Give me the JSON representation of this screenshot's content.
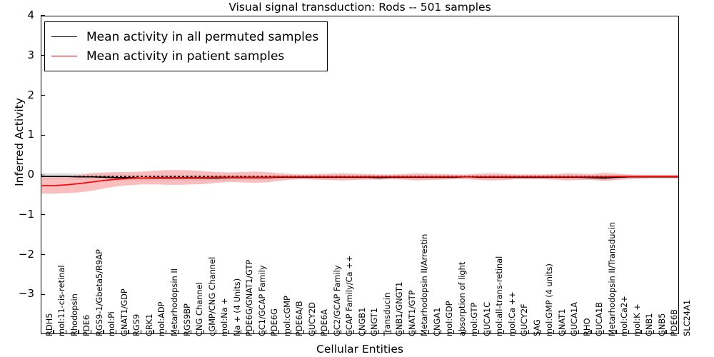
{
  "chart_data": {
    "type": "line",
    "title": "Visual signal transduction: Rods -- 501 samples",
    "xlabel": "Cellular Entities",
    "ylabel": "Inferred Activity",
    "ylim": [
      -4,
      4
    ],
    "yticks": [
      -3,
      -2,
      -1,
      0,
      1,
      2,
      3,
      4
    ],
    "ytick_labels": [
      "−3",
      "−2",
      "−1",
      "0",
      "1",
      "2",
      "3",
      "4"
    ],
    "grid": false,
    "legend_position": "upper left",
    "legend": [
      {
        "label": "Mean activity in all permuted samples",
        "color": "#000000"
      },
      {
        "label": "Mean activity in patient samples",
        "color": "#ff0000"
      }
    ],
    "categories": [
      "RDH5",
      "mol:11-cis-retinal",
      "Rhodopsin",
      "PDE6",
      "RGS9-1/Gbeta5/R9AP",
      "mol:Pi",
      "GNAT1/GDP",
      "RGS9",
      "GRK1",
      "mol:ADP",
      "Metarhodopsin II",
      "RGS9BP",
      "CNG Channel",
      "cGMP/CNG Channel",
      "mol:Na +",
      "Na + (4 Units)",
      "PDE6G/GNAT1/GTP",
      "GC1/GCAP Family",
      "PDE6G",
      "mol:cGMP",
      "PDE6A/B",
      "GUCY2D",
      "PDE6A",
      "GC2/GCAP Family",
      "GCAP Family/Ca ++",
      "CNGB1",
      "GNGT1",
      "Transducin",
      "GNB1/GNGT1",
      "GNAT1/GTP",
      "Metarhodopsin II/Arrestin",
      "CNGA1",
      "mol:GDP",
      "absorption of light",
      "mol:GTP",
      "GUCA1C",
      "mol:all-trans-retinal",
      "mol:Ca ++",
      "GUCY2F",
      "SAG",
      "mol:GMP (4 units)",
      "GNAT1",
      "GUCA1A",
      "RHO",
      "GUCA1B",
      "Metarhodopsin II/Transducin",
      "mol:Ca2+",
      "mol:K +",
      "GNB1",
      "GNB5",
      "PDE6B",
      "SLC24A1"
    ],
    "series": [
      {
        "name": "Mean activity in all permuted samples",
        "color": "#000000",
        "style": "solid",
        "values": [
          -0.02,
          -0.02,
          -0.02,
          -0.03,
          -0.03,
          -0.04,
          -0.05,
          -0.05,
          -0.06,
          -0.06,
          -0.06,
          -0.06,
          -0.06,
          -0.06,
          -0.06,
          -0.05,
          -0.05,
          -0.05,
          -0.05,
          -0.04,
          -0.04,
          -0.04,
          -0.04,
          -0.04,
          -0.04,
          -0.04,
          -0.04,
          -0.05,
          -0.04,
          -0.04,
          -0.04,
          -0.04,
          -0.04,
          -0.04,
          -0.03,
          -0.04,
          -0.04,
          -0.04,
          -0.04,
          -0.04,
          -0.04,
          -0.04,
          -0.04,
          -0.04,
          -0.05,
          -0.06,
          -0.04,
          -0.03,
          -0.03,
          -0.03,
          -0.03,
          -0.03
        ],
        "band_upper": [
          0.06,
          0.06,
          0.06,
          0.05,
          0.05,
          0.04,
          0.03,
          0.03,
          0.02,
          0.02,
          0.02,
          0.02,
          0.02,
          0.02,
          0.02,
          0.02,
          0.02,
          0.01,
          0.01,
          0.01,
          0.01,
          0.01,
          0.01,
          0.01,
          0.01,
          0.01,
          0.01,
          0.01,
          0.01,
          0.01,
          0.01,
          0.01,
          0.01,
          0.01,
          0.01,
          0.01,
          0.01,
          0.01,
          0.01,
          0.01,
          0.01,
          0.01,
          0.01,
          0.01,
          0.01,
          0.01,
          0.01,
          0.01,
          0.01,
          0.01,
          0.01,
          0.01
        ],
        "band_lower": [
          -0.1,
          -0.1,
          -0.1,
          -0.11,
          -0.11,
          -0.12,
          -0.13,
          -0.13,
          -0.14,
          -0.14,
          -0.14,
          -0.14,
          -0.14,
          -0.14,
          -0.14,
          -0.12,
          -0.11,
          -0.11,
          -0.11,
          -0.09,
          -0.09,
          -0.09,
          -0.09,
          -0.09,
          -0.09,
          -0.09,
          -0.09,
          -0.11,
          -0.09,
          -0.09,
          -0.09,
          -0.09,
          -0.09,
          -0.09,
          -0.07,
          -0.09,
          -0.09,
          -0.09,
          -0.09,
          -0.09,
          -0.09,
          -0.09,
          -0.09,
          -0.09,
          -0.11,
          -0.13,
          -0.09,
          -0.07,
          -0.07,
          -0.07,
          -0.07,
          -0.07
        ]
      },
      {
        "name": "Mean activity in patient samples",
        "color": "#ff0000",
        "style": "solid",
        "values": [
          -0.25,
          -0.25,
          -0.23,
          -0.2,
          -0.16,
          -0.12,
          -0.09,
          -0.07,
          -0.06,
          -0.05,
          -0.05,
          -0.05,
          -0.05,
          -0.05,
          -0.04,
          -0.04,
          -0.04,
          -0.04,
          -0.04,
          -0.03,
          -0.03,
          -0.03,
          -0.03,
          -0.03,
          -0.03,
          -0.03,
          -0.03,
          -0.03,
          -0.03,
          -0.03,
          -0.03,
          -0.03,
          -0.03,
          -0.03,
          -0.03,
          -0.03,
          -0.03,
          -0.03,
          -0.03,
          -0.03,
          -0.03,
          -0.03,
          -0.03,
          -0.03,
          -0.03,
          -0.03,
          -0.02,
          -0.02,
          -0.02,
          -0.02,
          -0.02,
          -0.02
        ],
        "band_upper": [
          -0.04,
          -0.04,
          -0.02,
          0.02,
          0.06,
          0.08,
          0.09,
          0.09,
          0.1,
          0.12,
          0.14,
          0.14,
          0.13,
          0.11,
          0.09,
          0.08,
          0.09,
          0.1,
          0.09,
          0.06,
          0.04,
          0.03,
          0.04,
          0.05,
          0.06,
          0.05,
          0.04,
          0.03,
          0.03,
          0.04,
          0.06,
          0.05,
          0.04,
          0.03,
          0.03,
          0.05,
          0.06,
          0.05,
          0.03,
          0.03,
          0.03,
          0.04,
          0.06,
          0.05,
          0.04,
          0.07,
          0.05,
          0.03,
          0.02,
          0.02,
          0.02,
          0.02
        ],
        "band_lower": [
          -0.45,
          -0.45,
          -0.44,
          -0.42,
          -0.38,
          -0.32,
          -0.27,
          -0.24,
          -0.22,
          -0.22,
          -0.23,
          -0.23,
          -0.22,
          -0.21,
          -0.18,
          -0.16,
          -0.17,
          -0.18,
          -0.17,
          -0.13,
          -0.1,
          -0.09,
          -0.1,
          -0.11,
          -0.12,
          -0.11,
          -0.1,
          -0.09,
          -0.09,
          -0.1,
          -0.12,
          -0.11,
          -0.1,
          -0.09,
          -0.09,
          -0.11,
          -0.12,
          -0.11,
          -0.09,
          -0.09,
          -0.09,
          -0.1,
          -0.12,
          -0.11,
          -0.1,
          -0.13,
          -0.11,
          -0.09,
          -0.08,
          -0.07,
          -0.07,
          -0.07
        ]
      },
      {
        "name": "permuted-median-dotted",
        "color": "#000000",
        "style": "dotted",
        "values": [
          -0.02,
          -0.02,
          -0.02,
          -0.02,
          -0.02,
          -0.02,
          -0.02,
          -0.02,
          -0.02,
          -0.02,
          -0.02,
          -0.02,
          -0.02,
          -0.02,
          -0.02,
          -0.02,
          -0.02,
          -0.02,
          -0.02,
          -0.02,
          -0.02,
          -0.02,
          -0.02,
          -0.02,
          -0.02,
          -0.02,
          -0.02,
          -0.02,
          -0.02,
          -0.02,
          -0.02,
          -0.02,
          -0.02,
          -0.02,
          -0.02,
          -0.02,
          -0.02,
          -0.02,
          -0.02,
          -0.02,
          -0.02,
          -0.02,
          -0.02,
          -0.02,
          -0.02,
          -0.02,
          -0.02,
          -0.02,
          -0.02,
          -0.02,
          -0.02,
          -0.02
        ]
      }
    ],
    "band_colors": {
      "permuted": "#d9d9d9",
      "patient": "#f9a8a8"
    }
  }
}
